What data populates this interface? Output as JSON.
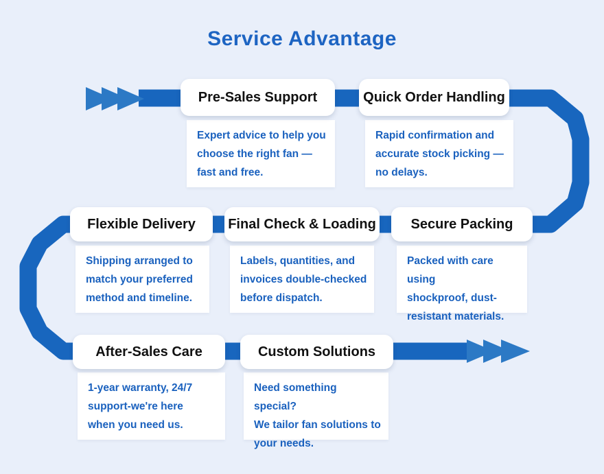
{
  "page": {
    "title": "Service Advantage"
  },
  "colors": {
    "background": "#E9EFFA",
    "band": "#1866BE",
    "arrow": "#2C79C5",
    "title_text": "#1D64C2",
    "desc_text": "#1A61BE",
    "card_title_text": "#111111",
    "card_bg": "#FFFFFF"
  },
  "cards": [
    {
      "title": "Pre-Sales Support",
      "desc_lines": [
        "Expert advice to help you",
        "choose the right fan —",
        "fast and free."
      ]
    },
    {
      "title": "Quick Order Handling",
      "desc_lines": [
        "Rapid confirmation and",
        "accurate stock picking —",
        "no delays."
      ]
    },
    {
      "title": "Flexible Delivery",
      "desc_lines": [
        "Shipping arranged to",
        "match your preferred",
        "method and timeline."
      ]
    },
    {
      "title": "Final Check & Loading",
      "desc_lines": [
        "Labels, quantities, and",
        "invoices double-checked",
        "before dispatch."
      ]
    },
    {
      "title": "Secure Packing",
      "desc_lines": [
        "Packed with care using",
        "shockproof, dust-",
        "resistant materials."
      ]
    },
    {
      "title": "After-Sales Care",
      "desc_lines": [
        "1-year warranty, 24/7",
        "support-we're here",
        "when you need us."
      ]
    },
    {
      "title": "Custom Solutions",
      "desc_lines": [
        "Need something special?",
        "We tailor fan solutions to",
        "your needs."
      ]
    }
  ]
}
